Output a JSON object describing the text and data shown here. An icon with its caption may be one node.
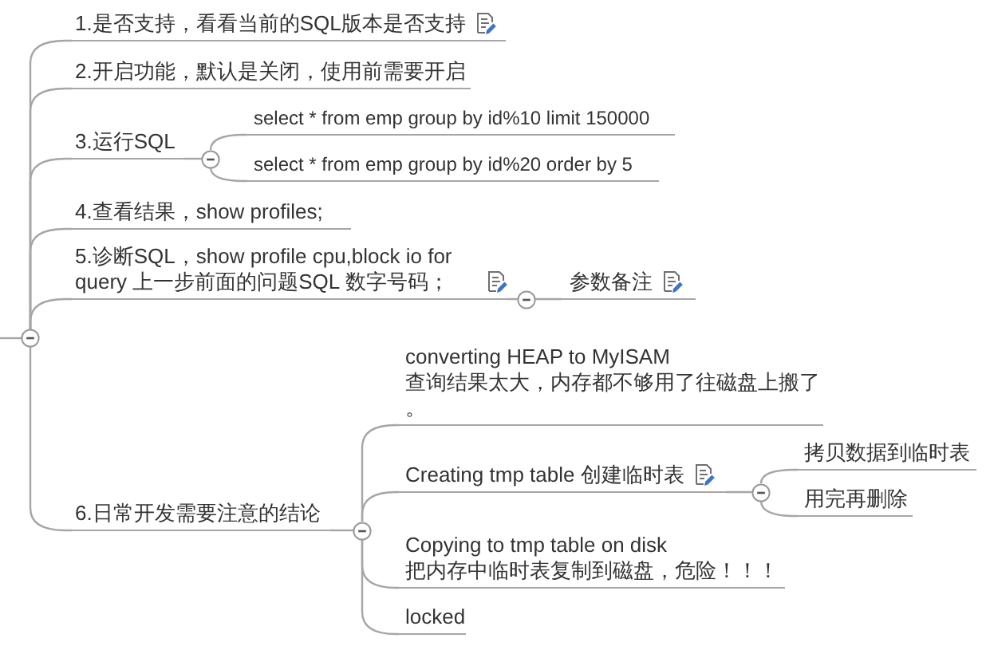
{
  "diagram": {
    "nodes": [
      {
        "text": [],
        "shape": "circle"
      },
      {
        "text": [
          "1.是否支持，看看当前的SQL版本是否支持"
        ]
      },
      {
        "text": [
          "2.开启功能，默认是关闭，使用前需要开启"
        ]
      },
      {
        "text": [
          "3.运行SQL"
        ]
      },
      {
        "text": [],
        "shape": "circle"
      },
      {
        "text": [
          "select * from emp group by id%10 limit 150000"
        ]
      },
      {
        "text": [
          "select * from emp group by id%20 order by 5"
        ]
      },
      {
        "text": [
          "4.查看结果，show profiles;"
        ]
      },
      {
        "text": [
          "5.诊断SQL，show profile cpu,block io for query 上一步前面的问题SQL 数字号码；"
        ]
      },
      {
        "text": [],
        "shape": "circle"
      },
      {
        "text": [
          "参数备注"
        ]
      },
      {
        "text": [
          "6.日常开发需要注意的结论"
        ]
      },
      {
        "text": [],
        "shape": "circle"
      },
      {
        "text": [
          "converting HEAP to MyISAM",
          "查询结果太大，内存都不够用了往磁盘上搬了。"
        ]
      },
      {
        "text": [
          "Creating tmp table 创建临时表"
        ]
      },
      {
        "text": [],
        "shape": "circle"
      },
      {
        "text": [
          "拷贝数据到临时表"
        ]
      },
      {
        "text": [
          "用完再删除"
        ]
      },
      {
        "text": [
          "Copying to tmp table on disk",
          "把内存中临时表复制到磁盘，危险！！！"
        ]
      },
      {
        "text": [
          "locked"
        ]
      }
    ],
    "edges": [
      {
        "from": null,
        "to": 0,
        "arrow": "none"
      },
      {
        "from": 0,
        "to": 1,
        "arrow": "none"
      },
      {
        "from": 0,
        "to": 2,
        "arrow": "none"
      },
      {
        "from": 0,
        "to": 3,
        "arrow": "none"
      },
      {
        "from": 0,
        "to": 7,
        "arrow": "none"
      },
      {
        "from": 0,
        "to": 8,
        "arrow": "none"
      },
      {
        "from": 0,
        "to": 11,
        "arrow": "none"
      },
      {
        "from": 3,
        "to": 4,
        "arrow": "none"
      },
      {
        "from": 4,
        "to": 5,
        "arrow": "none"
      },
      {
        "from": 4,
        "to": 6,
        "arrow": "none"
      },
      {
        "from": 8,
        "to": 9,
        "arrow": "none"
      },
      {
        "from": 9,
        "to": 10,
        "arrow": "none"
      },
      {
        "from": 11,
        "to": 12,
        "arrow": "none"
      },
      {
        "from": 12,
        "to": 13,
        "arrow": "none"
      },
      {
        "from": 12,
        "to": 14,
        "arrow": "none"
      },
      {
        "from": 12,
        "to": 18,
        "arrow": "none"
      },
      {
        "from": 12,
        "to": 19,
        "arrow": "none"
      },
      {
        "from": 14,
        "to": 15,
        "arrow": "none"
      },
      {
        "from": 15,
        "to": 16,
        "arrow": "none"
      },
      {
        "from": 15,
        "to": 17,
        "arrow": "none"
      }
    ]
  }
}
